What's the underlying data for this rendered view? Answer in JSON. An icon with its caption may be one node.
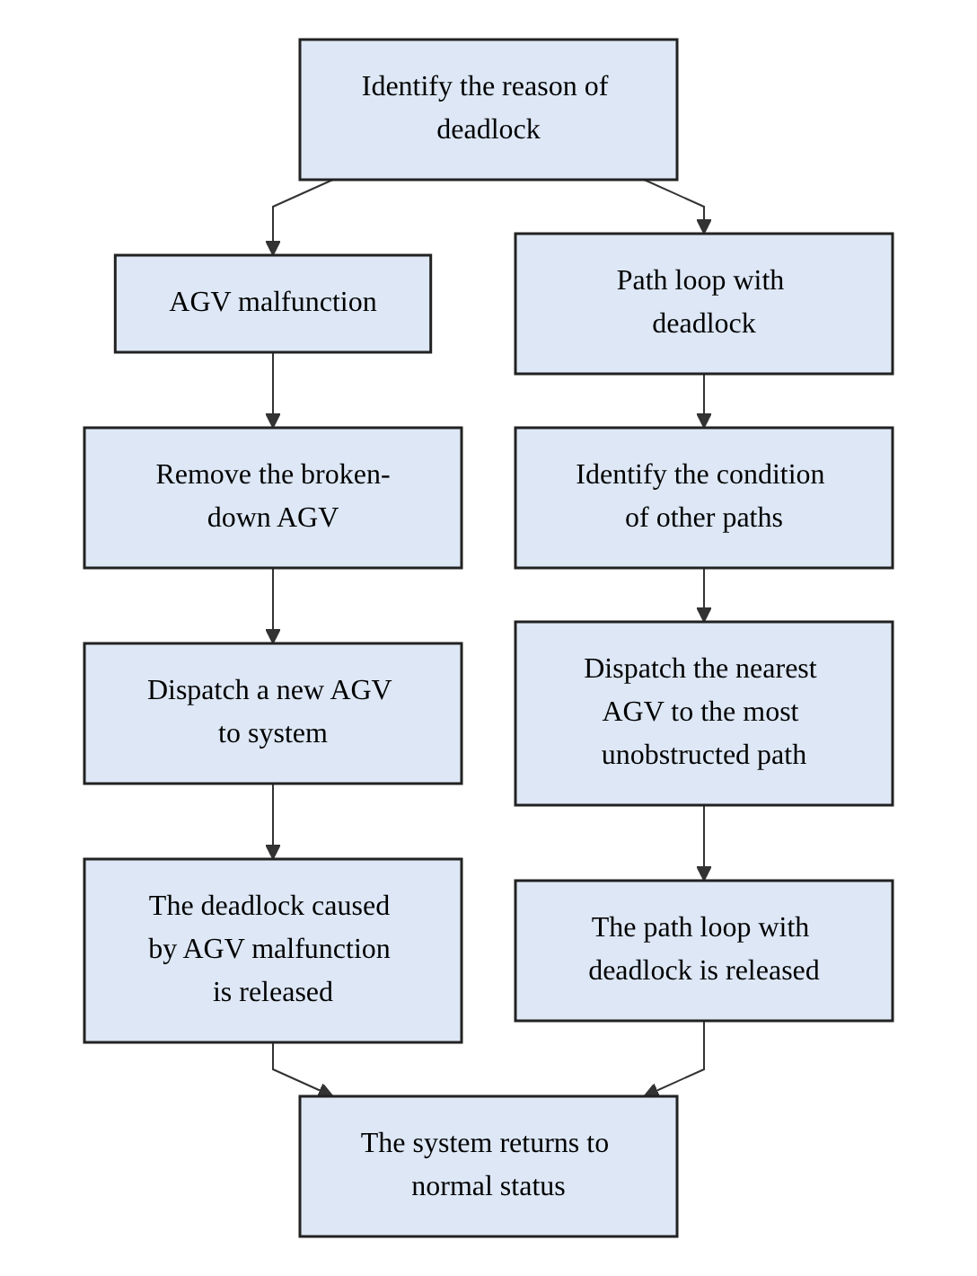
{
  "diagram": {
    "nodes": [
      {
        "text": [
          "Identify the reason of deadlock"
        ]
      },
      {
        "text": [
          "AGV malfunction"
        ]
      },
      {
        "text": [
          "Path loop with deadlock"
        ]
      },
      {
        "text": [
          "Remove the broken-down AGV"
        ]
      },
      {
        "text": [
          "Dispatch a new AGV to system"
        ]
      },
      {
        "text": [
          "The deadlock caused by AGV malfunction is released"
        ]
      },
      {
        "text": [
          "Identify the condition of other paths"
        ]
      },
      {
        "text": [
          "Dispatch the nearest AGV to the most unobstructed path"
        ]
      },
      {
        "text": [
          "The path loop with deadlock is released"
        ]
      },
      {
        "text": [
          "The system returns to normal status"
        ]
      }
    ],
    "edges": [
      {
        "from": 0,
        "to": 1,
        "arrow": "to"
      },
      {
        "from": 0,
        "to": 2,
        "arrow": "to"
      },
      {
        "from": 1,
        "to": 3,
        "arrow": "to"
      },
      {
        "from": 3,
        "to": 4,
        "arrow": "to"
      },
      {
        "from": 4,
        "to": 5,
        "arrow": "to"
      },
      {
        "from": 2,
        "to": 6,
        "arrow": "to"
      },
      {
        "from": 6,
        "to": 7,
        "arrow": "to"
      },
      {
        "from": 7,
        "to": 8,
        "arrow": "to"
      },
      {
        "from": 5,
        "to": 9,
        "arrow": "to"
      },
      {
        "from": 8,
        "to": 9,
        "arrow": "to"
      }
    ]
  }
}
